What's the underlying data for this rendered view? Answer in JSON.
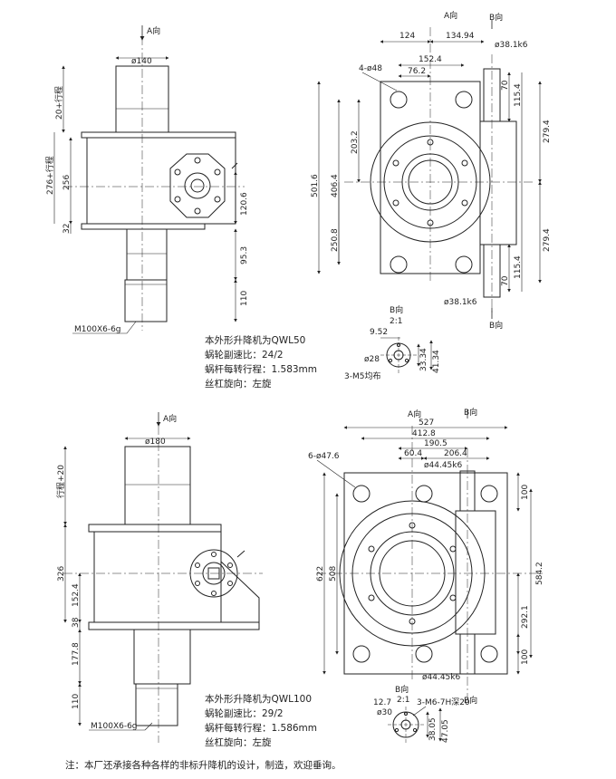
{
  "diagram_1": {
    "front": {
      "arrow_label": "A向",
      "d_top": "ø140",
      "h_stroke": "20+行程",
      "h_total": "276+行程",
      "h_body": "256",
      "h_flange": "32",
      "d_input": "120.6",
      "h_lower": "95.3",
      "h_thread": "110",
      "thread": "M100X6-6g"
    },
    "plan": {
      "label_a": "A向",
      "label_b_top": "B向",
      "label_b_bottom": "B向",
      "dim_124": "124",
      "dim_134_94": "134.94",
      "shaft_top": "ø38.1k6",
      "holes": "4-ø48",
      "dim_152_4": "152.4",
      "dim_76_2": "76.2",
      "dim_70_top": "70",
      "dim_115_4_top": "115.4",
      "dim_279_4_top": "279.4",
      "dim_203_2": "203.2",
      "dim_501_6": "501.6",
      "dim_406_4": "406.4",
      "dim_250_8": "250.8",
      "dim_279_4_bottom": "279.4",
      "dim_115_4_bottom": "115.4",
      "dim_70_bottom": "70",
      "shaft_bottom": "ø38.1k6"
    },
    "detail": {
      "title": "B向",
      "scale": "2:1",
      "d_9_52": "9.52",
      "d_28": "ø28",
      "d_33_34": "33.34",
      "d_41_34": "41.34",
      "holes": "3-M5均布"
    },
    "spec": {
      "line1": "本外形升降机为QWL50",
      "line2": "蜗轮副速比：24/2",
      "line3": "蜗杆每转行程：1.583mm",
      "line4": "丝杠旋向：左旋"
    }
  },
  "diagram_2": {
    "front": {
      "arrow_label": "A向",
      "d_top": "ø180",
      "h_stroke": "行程+20",
      "h_body": "326",
      "h_mid": "152.4",
      "h_flange": "38",
      "h_lower": "177.8",
      "h_thread": "110",
      "thread": "M100X6-6g"
    },
    "plan": {
      "label_a": "A向",
      "label_b_top": "B向",
      "label_b_bottom": "B向",
      "dim_527": "527",
      "dim_412_8": "412.8",
      "dim_190_5": "190.5",
      "dim_60_4": "60.4",
      "dim_206_4": "206.4",
      "holes": "6-ø47.6",
      "shaft_top": "ø44.45k6",
      "dim_100_top": "100",
      "dim_622": "622",
      "dim_508": "508",
      "dim_584_2": "584.2",
      "dim_292_1": "292.1",
      "dim_100_bottom": "100",
      "shaft_bottom": "ø44.45k6"
    },
    "detail": {
      "title": "B向",
      "scale": "2:1",
      "d_12_7": "12.7",
      "d_30": "ø30",
      "d_38_05": "38.05",
      "d_47_05": "47.05",
      "holes": "3-M6-7H深20"
    },
    "spec": {
      "line1": "本外形升降机为QWL100",
      "line2": "蜗轮副速比：29/2",
      "line3": "蜗杆每转行程：1.586mm",
      "line4": "丝杠旋向：左旋"
    }
  },
  "footer": {
    "note": "注：本厂还承接各种各样的非标升降机的设计，制造，欢迎垂询。"
  }
}
